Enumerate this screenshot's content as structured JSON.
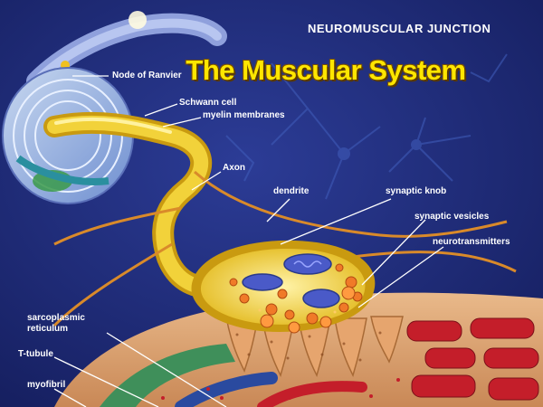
{
  "slide": {
    "title": "The Muscular System"
  },
  "diagram": {
    "header": "NEUROMUSCULAR JUNCTION",
    "labels": {
      "node_of_ranvier": "Node of Ranvier",
      "schwann_cell": "Schwann cell",
      "myelin_membranes": "myelin membranes",
      "axon": "Axon",
      "dendrite": "dendrite",
      "synaptic_knob": "synaptic knob",
      "synaptic_vesicles": "synaptic vesicles",
      "neurotransmitters": "neurotransmitters",
      "sarcoplasmic_reticulum": "sarcoplasmic reticulum",
      "t_tubule": "T-tubule",
      "myofibril": "myofibril"
    },
    "colors": {
      "background": "#1c2a78",
      "nerve": "#f2d23a",
      "title": "#ffe600",
      "muscle_red": "#c41e2a",
      "muscle_tan": "#e0a772"
    }
  }
}
